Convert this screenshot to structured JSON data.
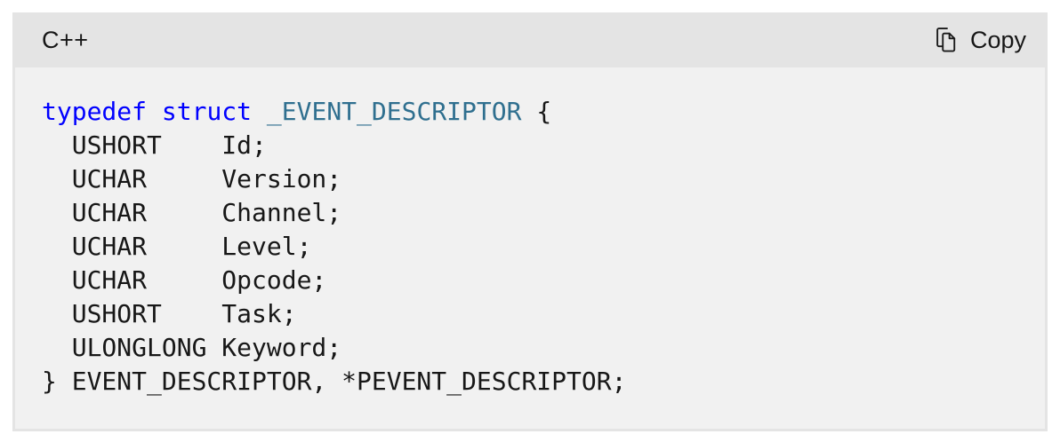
{
  "code_block": {
    "language_label": "C++",
    "copy_button": {
      "label": "Copy",
      "icon": "copy-icon"
    },
    "colors": {
      "page_bg": "#ffffff",
      "header_bg": "#e4e4e4",
      "body_bg": "#f1f1f1",
      "keyword": "#0000ff",
      "type": "#2f6f8f",
      "text": "#171717",
      "header_text": "#161616"
    },
    "code": {
      "language": "cpp",
      "lines": [
        {
          "segments": [
            {
              "text": "typedef",
              "type": "keyword"
            },
            {
              "text": " ",
              "type": "plain"
            },
            {
              "text": "struct",
              "type": "keyword"
            },
            {
              "text": " ",
              "type": "plain"
            },
            {
              "text": "_EVENT_DESCRIPTOR",
              "type": "type"
            },
            {
              "text": " {",
              "type": "plain"
            }
          ]
        },
        {
          "segments": [
            {
              "text": "  USHORT    Id;",
              "type": "plain"
            }
          ]
        },
        {
          "segments": [
            {
              "text": "  UCHAR     Version;",
              "type": "plain"
            }
          ]
        },
        {
          "segments": [
            {
              "text": "  UCHAR     Channel;",
              "type": "plain"
            }
          ]
        },
        {
          "segments": [
            {
              "text": "  UCHAR     Level;",
              "type": "plain"
            }
          ]
        },
        {
          "segments": [
            {
              "text": "  UCHAR     Opcode;",
              "type": "plain"
            }
          ]
        },
        {
          "segments": [
            {
              "text": "  USHORT    Task;",
              "type": "plain"
            }
          ]
        },
        {
          "segments": [
            {
              "text": "  ULONGLONG Keyword;",
              "type": "plain"
            }
          ]
        },
        {
          "segments": [
            {
              "text": "} EVENT_DESCRIPTOR, *PEVENT_DESCRIPTOR;",
              "type": "plain"
            }
          ]
        }
      ]
    }
  }
}
